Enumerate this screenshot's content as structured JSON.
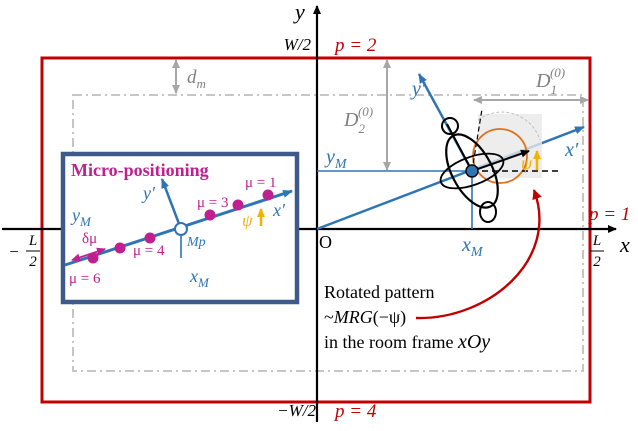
{
  "axes": {
    "x_label": "x",
    "y_label": "y",
    "origin_label": "O",
    "x_max_num": "L",
    "x_max_den": "2",
    "x_min_sign": "−",
    "x_min_num": "L",
    "x_min_den": "2",
    "y_max_label": "W/2",
    "y_min_label": "−W/2"
  },
  "room_boundary": {
    "p_top": "p = 2",
    "p_right": "p = 1",
    "p_bottom": "p = 4"
  },
  "margins": {
    "dm_label": "d",
    "dm_sub": "m",
    "d2_label": "D",
    "d2_sub": "2",
    "d2_sup": "(0)",
    "d1_label": "D",
    "d1_sub": "1",
    "d1_sup": "(0)"
  },
  "main_frame": {
    "yM": "y",
    "yM_sub": "M",
    "xM": "x",
    "xM_sub": "M",
    "x_prime": "x′",
    "y_prime": "y′",
    "psi": "ψ"
  },
  "inset": {
    "title": "Micro-positioning",
    "yM": "y",
    "yM_sub": "M",
    "xM": "x",
    "xM_sub": "M",
    "x_prime": "x′",
    "y_prime": "y′",
    "psi": "ψ",
    "mp_label": "Mp",
    "mu_1": "μ = 1",
    "mu_3": "μ = 3",
    "mu_4": "μ = 4",
    "mu_6": "μ = 6",
    "delta_mu": "δμ"
  },
  "annotation": {
    "line1": "Rotated pattern",
    "line2_prefix": "~",
    "line2_fn": "MRG",
    "line2_arg": "(−ψ)",
    "line3_prefix": "in the room frame ",
    "line3_frame": "xOy"
  },
  "colors": {
    "room_boundary": "#c00000",
    "inner_boundary": "#bfbfbf",
    "frame_blue": "#2e75b6",
    "inset_border": "#3d5a8a",
    "magenta": "#c0208f",
    "psi_gold": "#f2b300",
    "dim_gray": "#a6a6a6",
    "pattern_orange": "#e07020"
  }
}
